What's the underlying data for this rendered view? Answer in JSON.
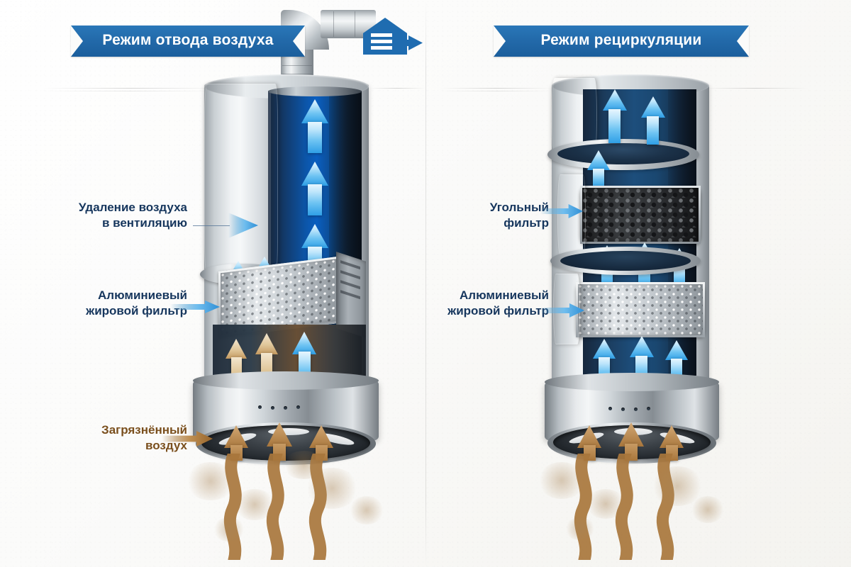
{
  "diagram": {
    "title_left": "Режим отвода воздуха",
    "title_right": "Режим рециркуляции",
    "panels": [
      {
        "id": "extraction",
        "banner": "Режим отвода воздуха",
        "labels": [
          {
            "name": "exhaust-to-ventilation",
            "text": "Удаление воздуха\nв вентиляцию",
            "color": "#16365d"
          },
          {
            "name": "aluminium-grease-filter",
            "text": "Алюминиевый\nжировой фильтр",
            "color": "#16365d"
          },
          {
            "name": "polluted-air",
            "text": "Загрязнённый\nвоздух",
            "color": "#7a4f1d"
          }
        ],
        "icons": [
          "duct-pipe",
          "house-vent-icon",
          "outflow-arrow"
        ],
        "airflow": {
          "dirty_arrows": 3,
          "clean_arrows": 8,
          "direction": "up-and-out"
        }
      },
      {
        "id": "recirculation",
        "banner": "Режим рециркуляции",
        "labels": [
          {
            "name": "carbon-filter",
            "text": "Угольный\nфильтр",
            "color": "#16365d"
          },
          {
            "name": "aluminium-grease-filter",
            "text": "Алюминиевый\nжировой фильтр",
            "color": "#16365d"
          }
        ],
        "icons": [],
        "airflow": {
          "dirty_arrows": 3,
          "clean_arrows": 9,
          "direction": "up-and-back-to-room"
        }
      }
    ],
    "components": {
      "aluminium_filter": "Алюминиевый жировой фильтр",
      "carbon_filter": "Угольный фильтр",
      "hood_base": "hood-base",
      "chimney": "chimney",
      "control_dots": 4
    },
    "colors": {
      "banner_blue": "#1f6cb0",
      "label_navy": "#16365d",
      "label_brown": "#7a4f1d",
      "clean_air_arrow": "#6dc3f2",
      "dirty_air_arrow": "#a87a42",
      "duct_metal": "#c2c8cc",
      "background": "#fbfbfa"
    }
  }
}
